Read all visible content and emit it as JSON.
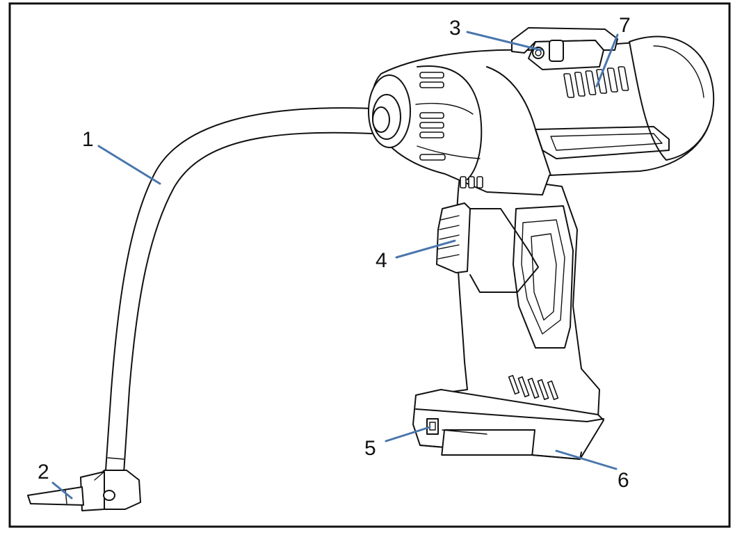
{
  "colors": {
    "leader_line": "#4a76ad",
    "ink": "#111111",
    "frame": "#111111",
    "background": "#ffffff"
  },
  "callouts": [
    {
      "id": "1",
      "label": "1"
    },
    {
      "id": "2",
      "label": "2"
    },
    {
      "id": "3",
      "label": "3"
    },
    {
      "id": "4",
      "label": "4"
    },
    {
      "id": "5",
      "label": "5"
    },
    {
      "id": "6",
      "label": "6"
    },
    {
      "id": "7",
      "label": "7"
    }
  ]
}
